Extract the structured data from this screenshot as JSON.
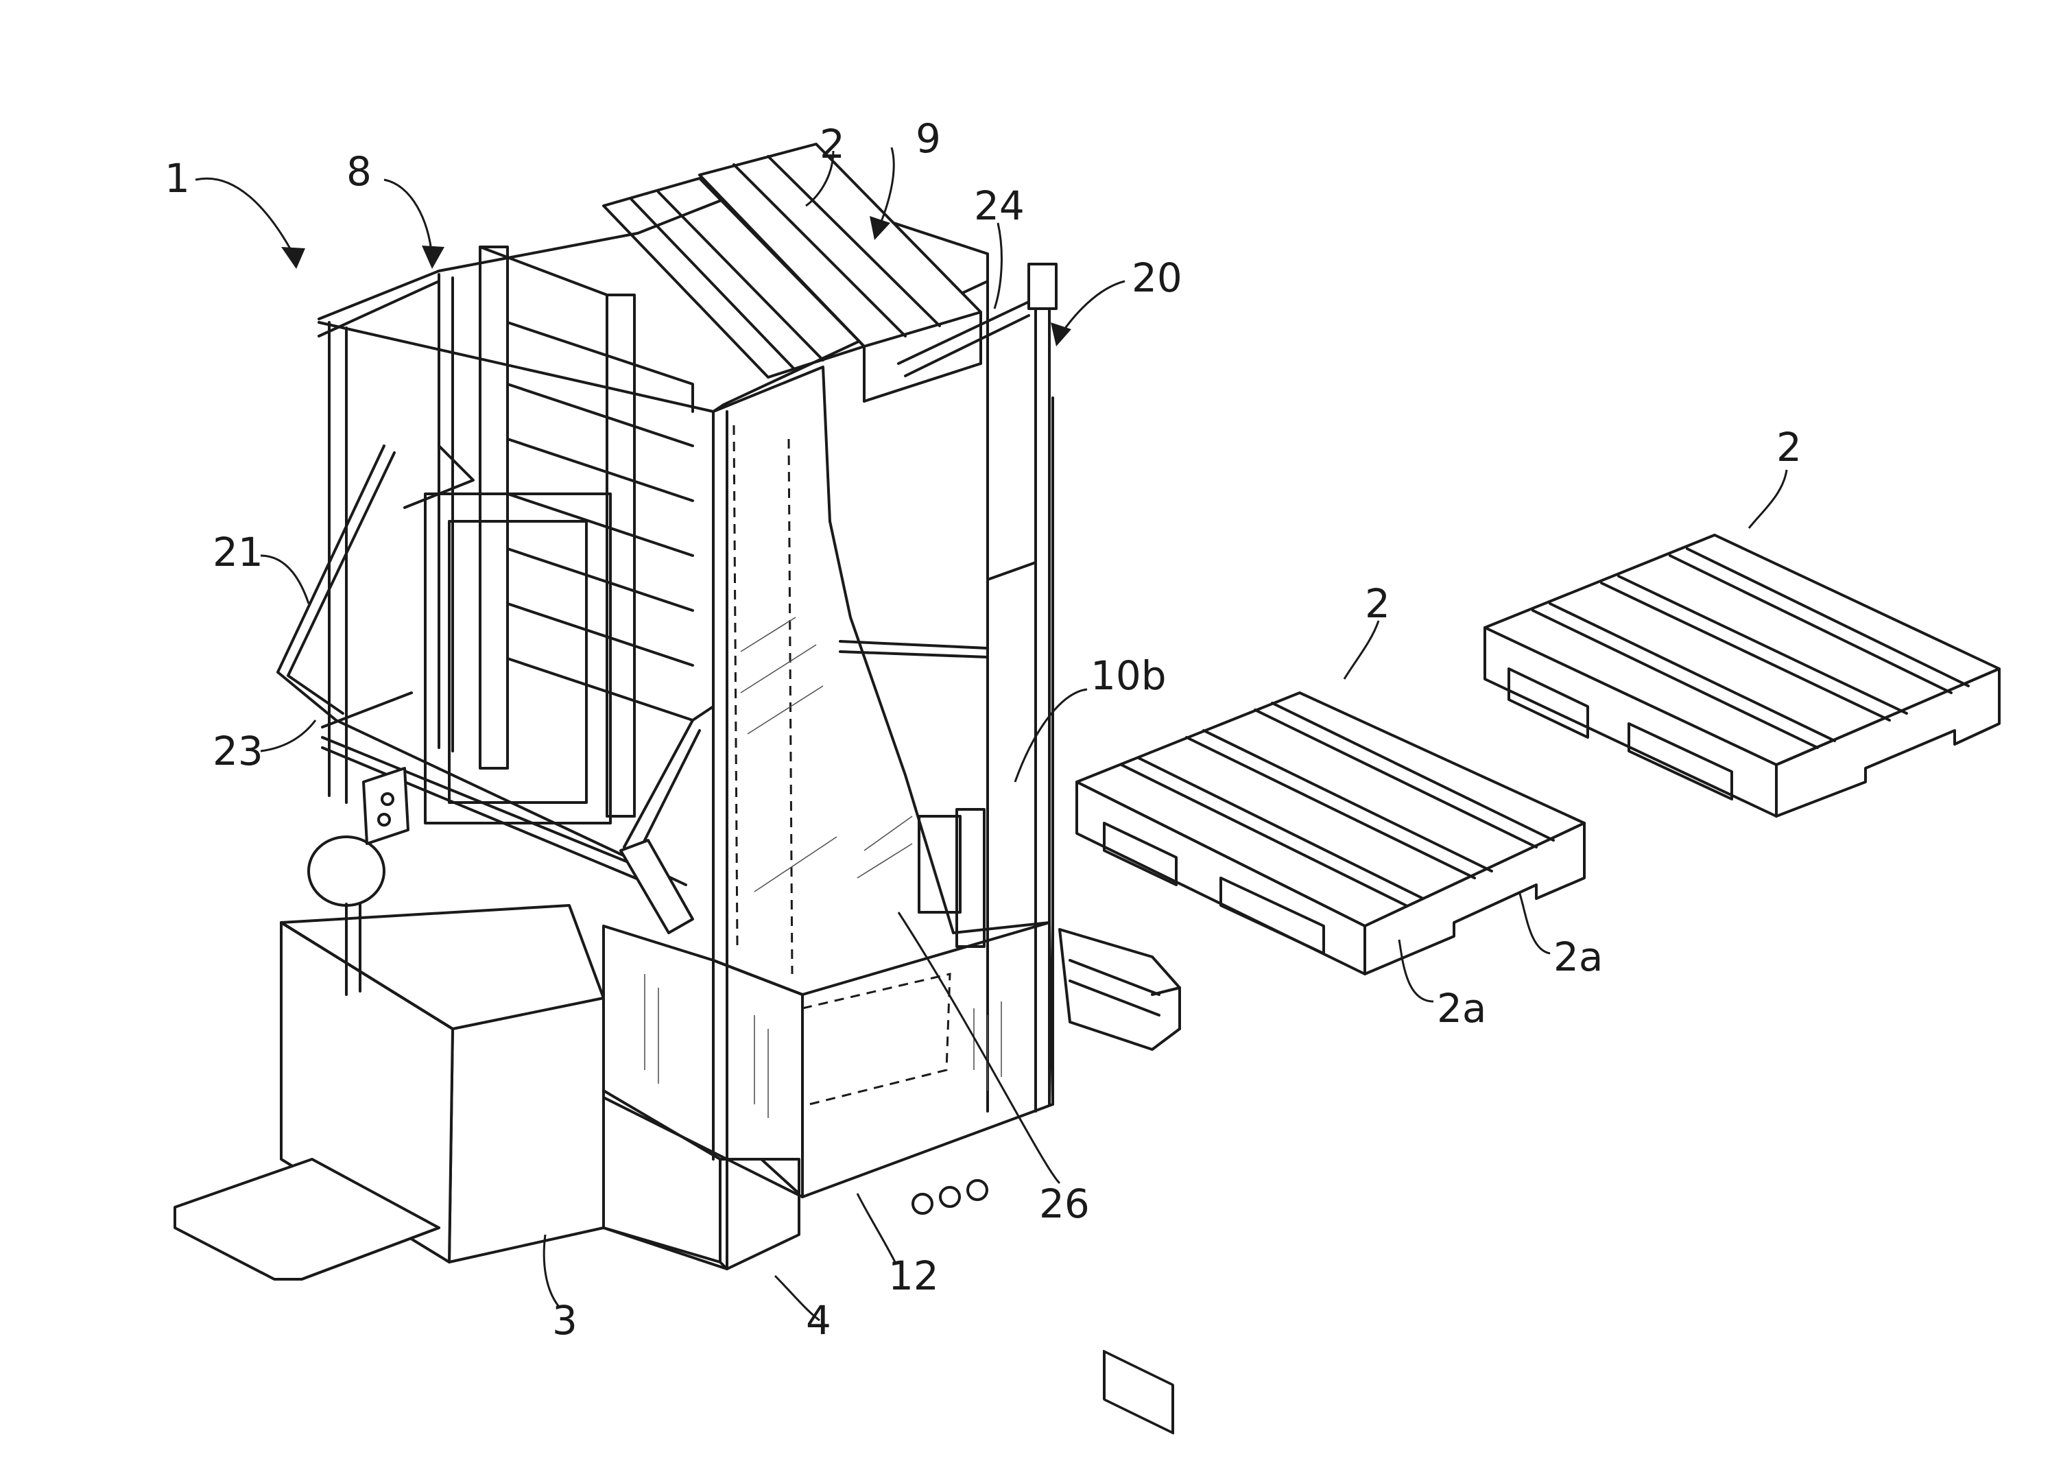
{
  "figure": {
    "reference_labels": {
      "machine": "1",
      "pallet_top": "2",
      "pallet_mid": "2",
      "pallet_right": "2",
      "pallet_leg_a": "2a",
      "pallet_leg_b": "2a",
      "base_unit": "3",
      "chassis": "4",
      "frame": "8",
      "stack": "9",
      "bracket": "10b",
      "rail": "12",
      "mast": "20",
      "arm": "21",
      "linkage": "23",
      "top_arm": "24",
      "curtain": "26"
    }
  }
}
